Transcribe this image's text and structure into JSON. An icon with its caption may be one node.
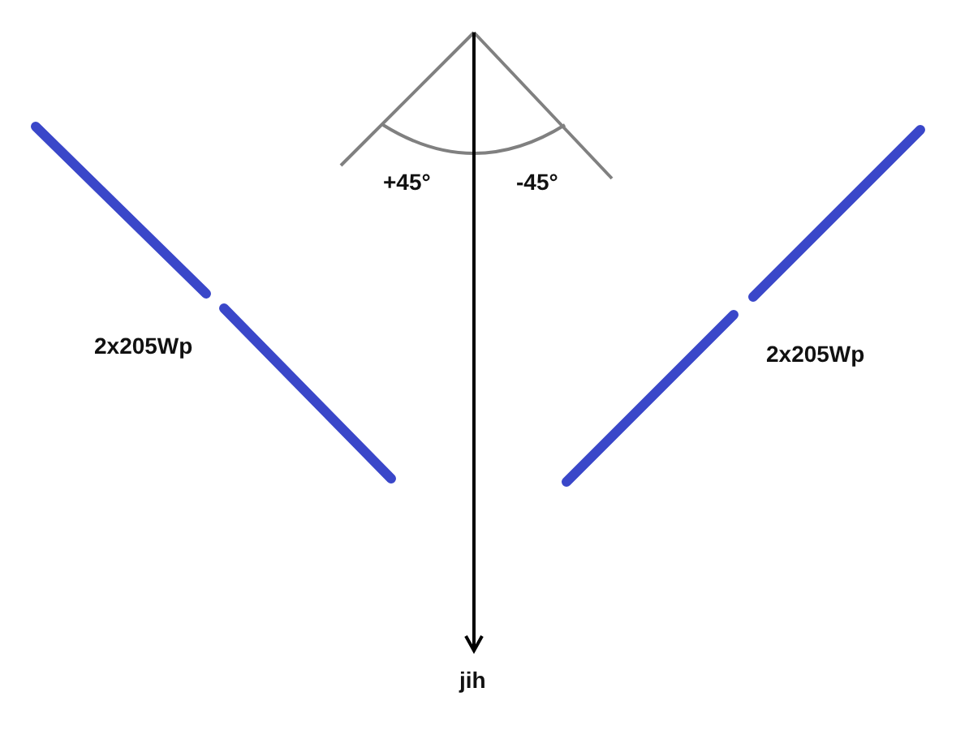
{
  "diagram": {
    "labels": [
      "+45°",
      "-45°",
      "2x205Wp",
      "2x205Wp",
      "jih"
    ]
  }
}
